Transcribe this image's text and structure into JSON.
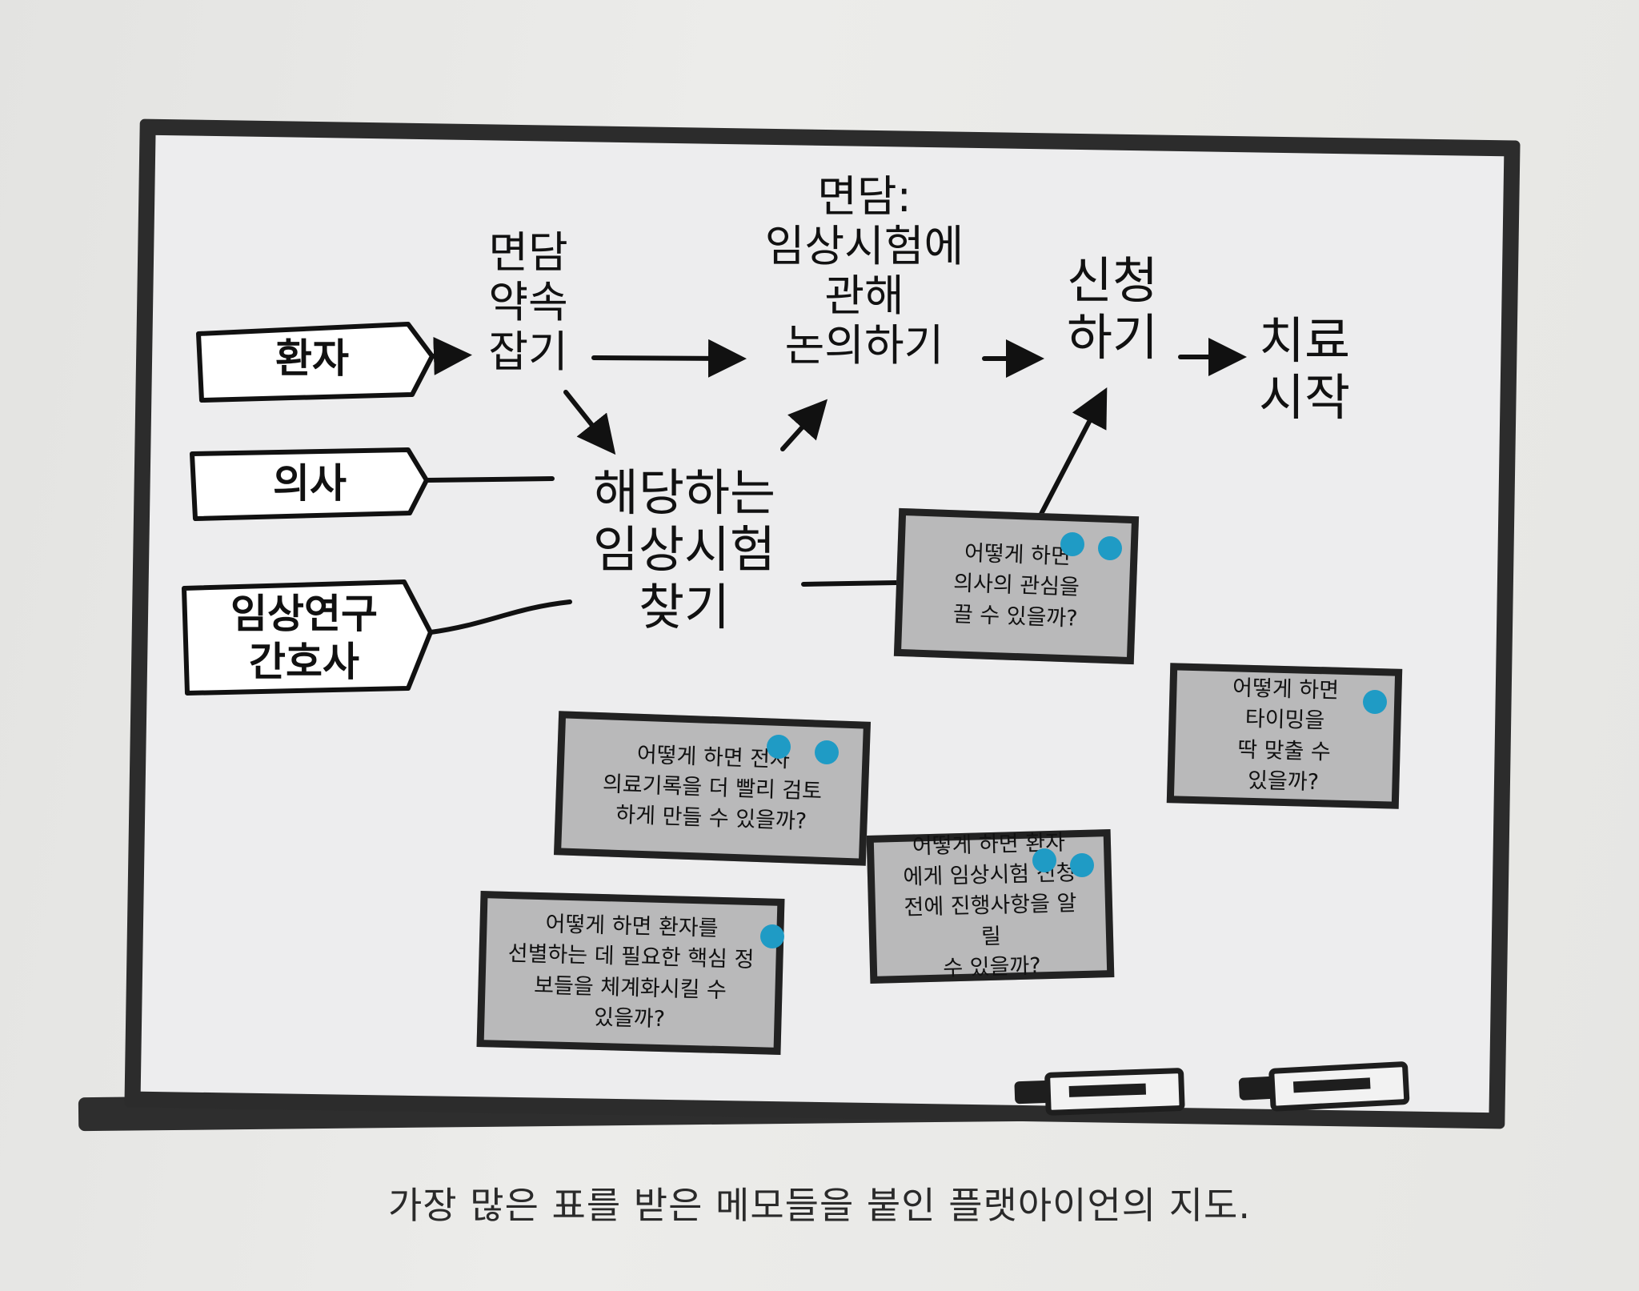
{
  "roles": {
    "patient": "환자",
    "doctor": "의사",
    "nurse": "임상연구\n간호사"
  },
  "steps": {
    "appointment": "면담\n약속\n잡기",
    "discuss": "면담:\n임상시험에\n관해\n논의하기",
    "apply": "신청\n하기",
    "treatment": "치료\n시작",
    "find_trial": "해당하는\n임상시험\n찾기"
  },
  "notes": [
    "어떻게 하면\n의사의 관심을\n끌 수 있을까?",
    "어떻게 하면\n타이밍을\n딱 맞출 수\n있을까?",
    "어떻게 하면 전자\n의료기록을 더 빨리 검토\n하게 만들 수 있을까?",
    "어떻게 하면 환자\n에게 임상시험 신청\n전에 진행사항을 알릴\n수 있을까?",
    "어떻게 하면 환자를\n선별하는 데 필요한 핵심 정\n보들을 체계화시킬 수\n있을까?"
  ],
  "caption": "가장 많은 표를 받은 메모들을 붙인 플랫아이언의 지도.",
  "colors": {
    "pin": "#1f9bc5",
    "frame": "#2c2c2c",
    "note_fill": "#b9b9ba"
  }
}
